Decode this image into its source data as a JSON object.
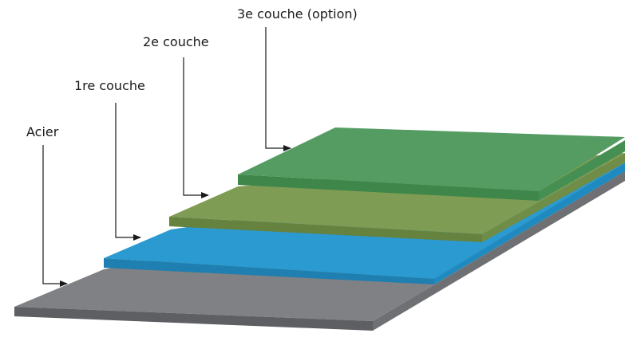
{
  "labels": {
    "steel": "Acier",
    "coat1": "1re couche",
    "coat2": "2e couche",
    "coat3": "3e couche (option)"
  },
  "colors": {
    "steel_top": "#808184",
    "steel_front": "#5e5f62",
    "steel_side": "#6f7073",
    "coat1_top": "#2b9ad0",
    "coat1_front": "#1f7fb0",
    "coat1_side": "#1f8ac0",
    "coat2_top": "#7f9c55",
    "coat2_front": "#65823f",
    "coat2_side": "#6f8d47",
    "coat3_top": "#559c63",
    "coat3_front": "#3e8649",
    "coat3_side": "#468f52",
    "text": "#1a1a1a"
  }
}
